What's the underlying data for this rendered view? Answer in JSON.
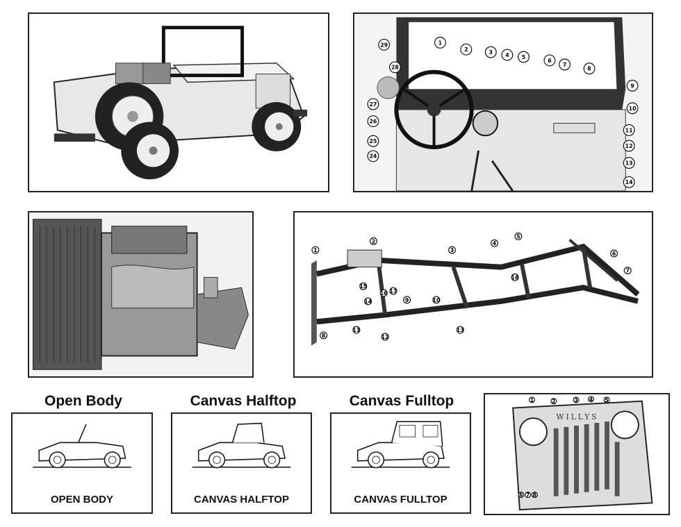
{
  "top_left": {},
  "dashboard": {
    "callouts": [
      "1",
      "2",
      "3",
      "4",
      "5",
      "6",
      "7",
      "8",
      "9",
      "10",
      "11",
      "12",
      "13",
      "14",
      "24",
      "25",
      "26",
      "27",
      "28",
      "29"
    ]
  },
  "engine": {},
  "frame": {
    "callouts": [
      "1",
      "2",
      "3",
      "4",
      "5",
      "6",
      "7",
      "8",
      "9",
      "10",
      "11",
      "12",
      "13",
      "14",
      "15",
      "16",
      "17",
      "18"
    ]
  },
  "body_styles": [
    {
      "heading": "Open Body",
      "caption": "OPEN BODY"
    },
    {
      "heading": "Canvas Halftop",
      "caption": "CANVAS HALFTOP"
    },
    {
      "heading": "Canvas Fulltop",
      "caption": "CANVAS FULLTOP"
    }
  ],
  "grille": {
    "brand": "WILLYS",
    "callouts": [
      "1",
      "2",
      "3",
      "4",
      "5",
      "6",
      "7",
      "8"
    ]
  }
}
